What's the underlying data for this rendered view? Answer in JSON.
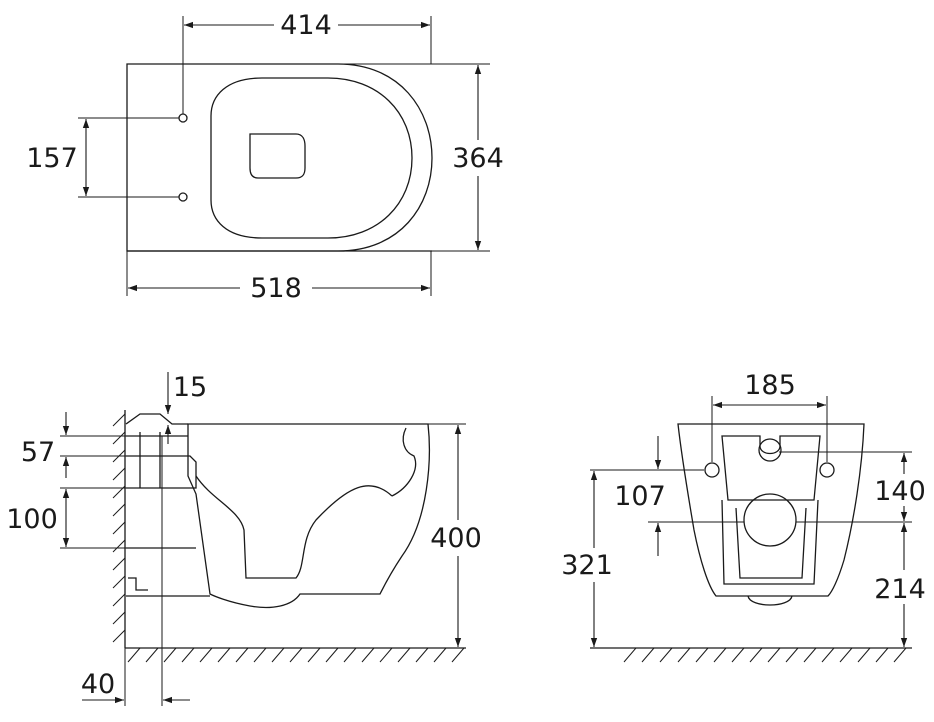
{
  "dimensions": {
    "top_width_upper": "414",
    "top_width_lower": "518",
    "top_height": "364",
    "top_hole_spacing": "157",
    "side_top": "15",
    "side_inlet": "57",
    "side_outlet": "100",
    "side_height": "400",
    "side_wall": "40",
    "front_spacing": "185",
    "front_hole_left": "107",
    "front_hole_right": "140",
    "front_height_left": "321",
    "front_height_right": "214"
  },
  "colors": {
    "line": "#1a1a1a",
    "background": "#ffffff"
  }
}
